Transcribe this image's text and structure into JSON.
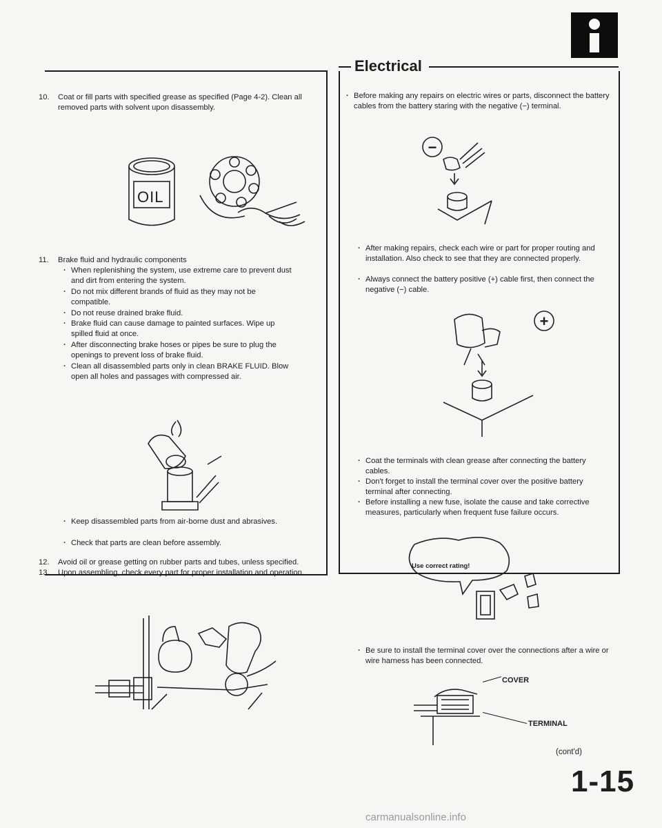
{
  "header": {
    "section_title": "Electrical",
    "info_icon": "info-icon"
  },
  "left": {
    "item10": {
      "number": "10.",
      "text": "Coat or fill parts with specified grease as specified (Page 4-2). Clean all removed parts with solvent upon disassembly."
    },
    "oil_label": "OIL",
    "item11": {
      "number": "11.",
      "title": "Brake fluid and hydraulic components",
      "bullets": [
        "When replenishing the system, use extreme care to prevent dust and dirt from entering the system.",
        "Do not mix different brands of fluid as they may not be compatible.",
        "Do not reuse drained brake fluid.",
        "Brake fluid can cause damage to painted surfaces. Wipe up spilled fluid at once.",
        "After disconnecting brake hoses or pipes be sure to plug the openings to prevent loss of brake fluid.",
        "Clean all disassembled parts only in clean BRAKE FLUID. Blow open all holes and passages with compressed air."
      ]
    },
    "bullets_after": [
      "Keep disassembled parts from air-borne dust and abrasives.",
      "Check that parts are clean before assembly."
    ],
    "item12": {
      "number": "12.",
      "text": "Avoid oil or grease getting on rubber parts and tubes, unless specified."
    },
    "item13": {
      "number": "13.",
      "text": "Upon assembling, check every part for proper installation and operation."
    }
  },
  "right": {
    "b1": "Before making any repairs on electric wires or parts, disconnect the battery cables from the battery staring with the negative (−) terminal.",
    "b2": "After making repairs, check each wire or part for proper routing and installation. Also check to see that they are connected properly.",
    "b3": "Always connect the battery positive (+) cable first, then connect the negative (−) cable.",
    "b4": "Coat the terminals with clean grease after connecting the battery cables.",
    "b5": "Don't forget to install the terminal cover over the positive battery terminal after connecting.",
    "b6": "Before installing a new fuse, isolate the cause and take corrective measures, particularly when frequent fuse failure occurs.",
    "bubble": "Use correct rating!",
    "b7": "Be sure to install the terminal cover over the connections after a wire or wire harness has been connected.",
    "label_cover": "COVER",
    "label_terminal": "TERMINAL",
    "minus_symbol": "−",
    "plus_symbol": "+",
    "contd": "(cont'd)"
  },
  "footer": {
    "page_number": "1-15",
    "watermark": "carmanualsonline.info"
  }
}
